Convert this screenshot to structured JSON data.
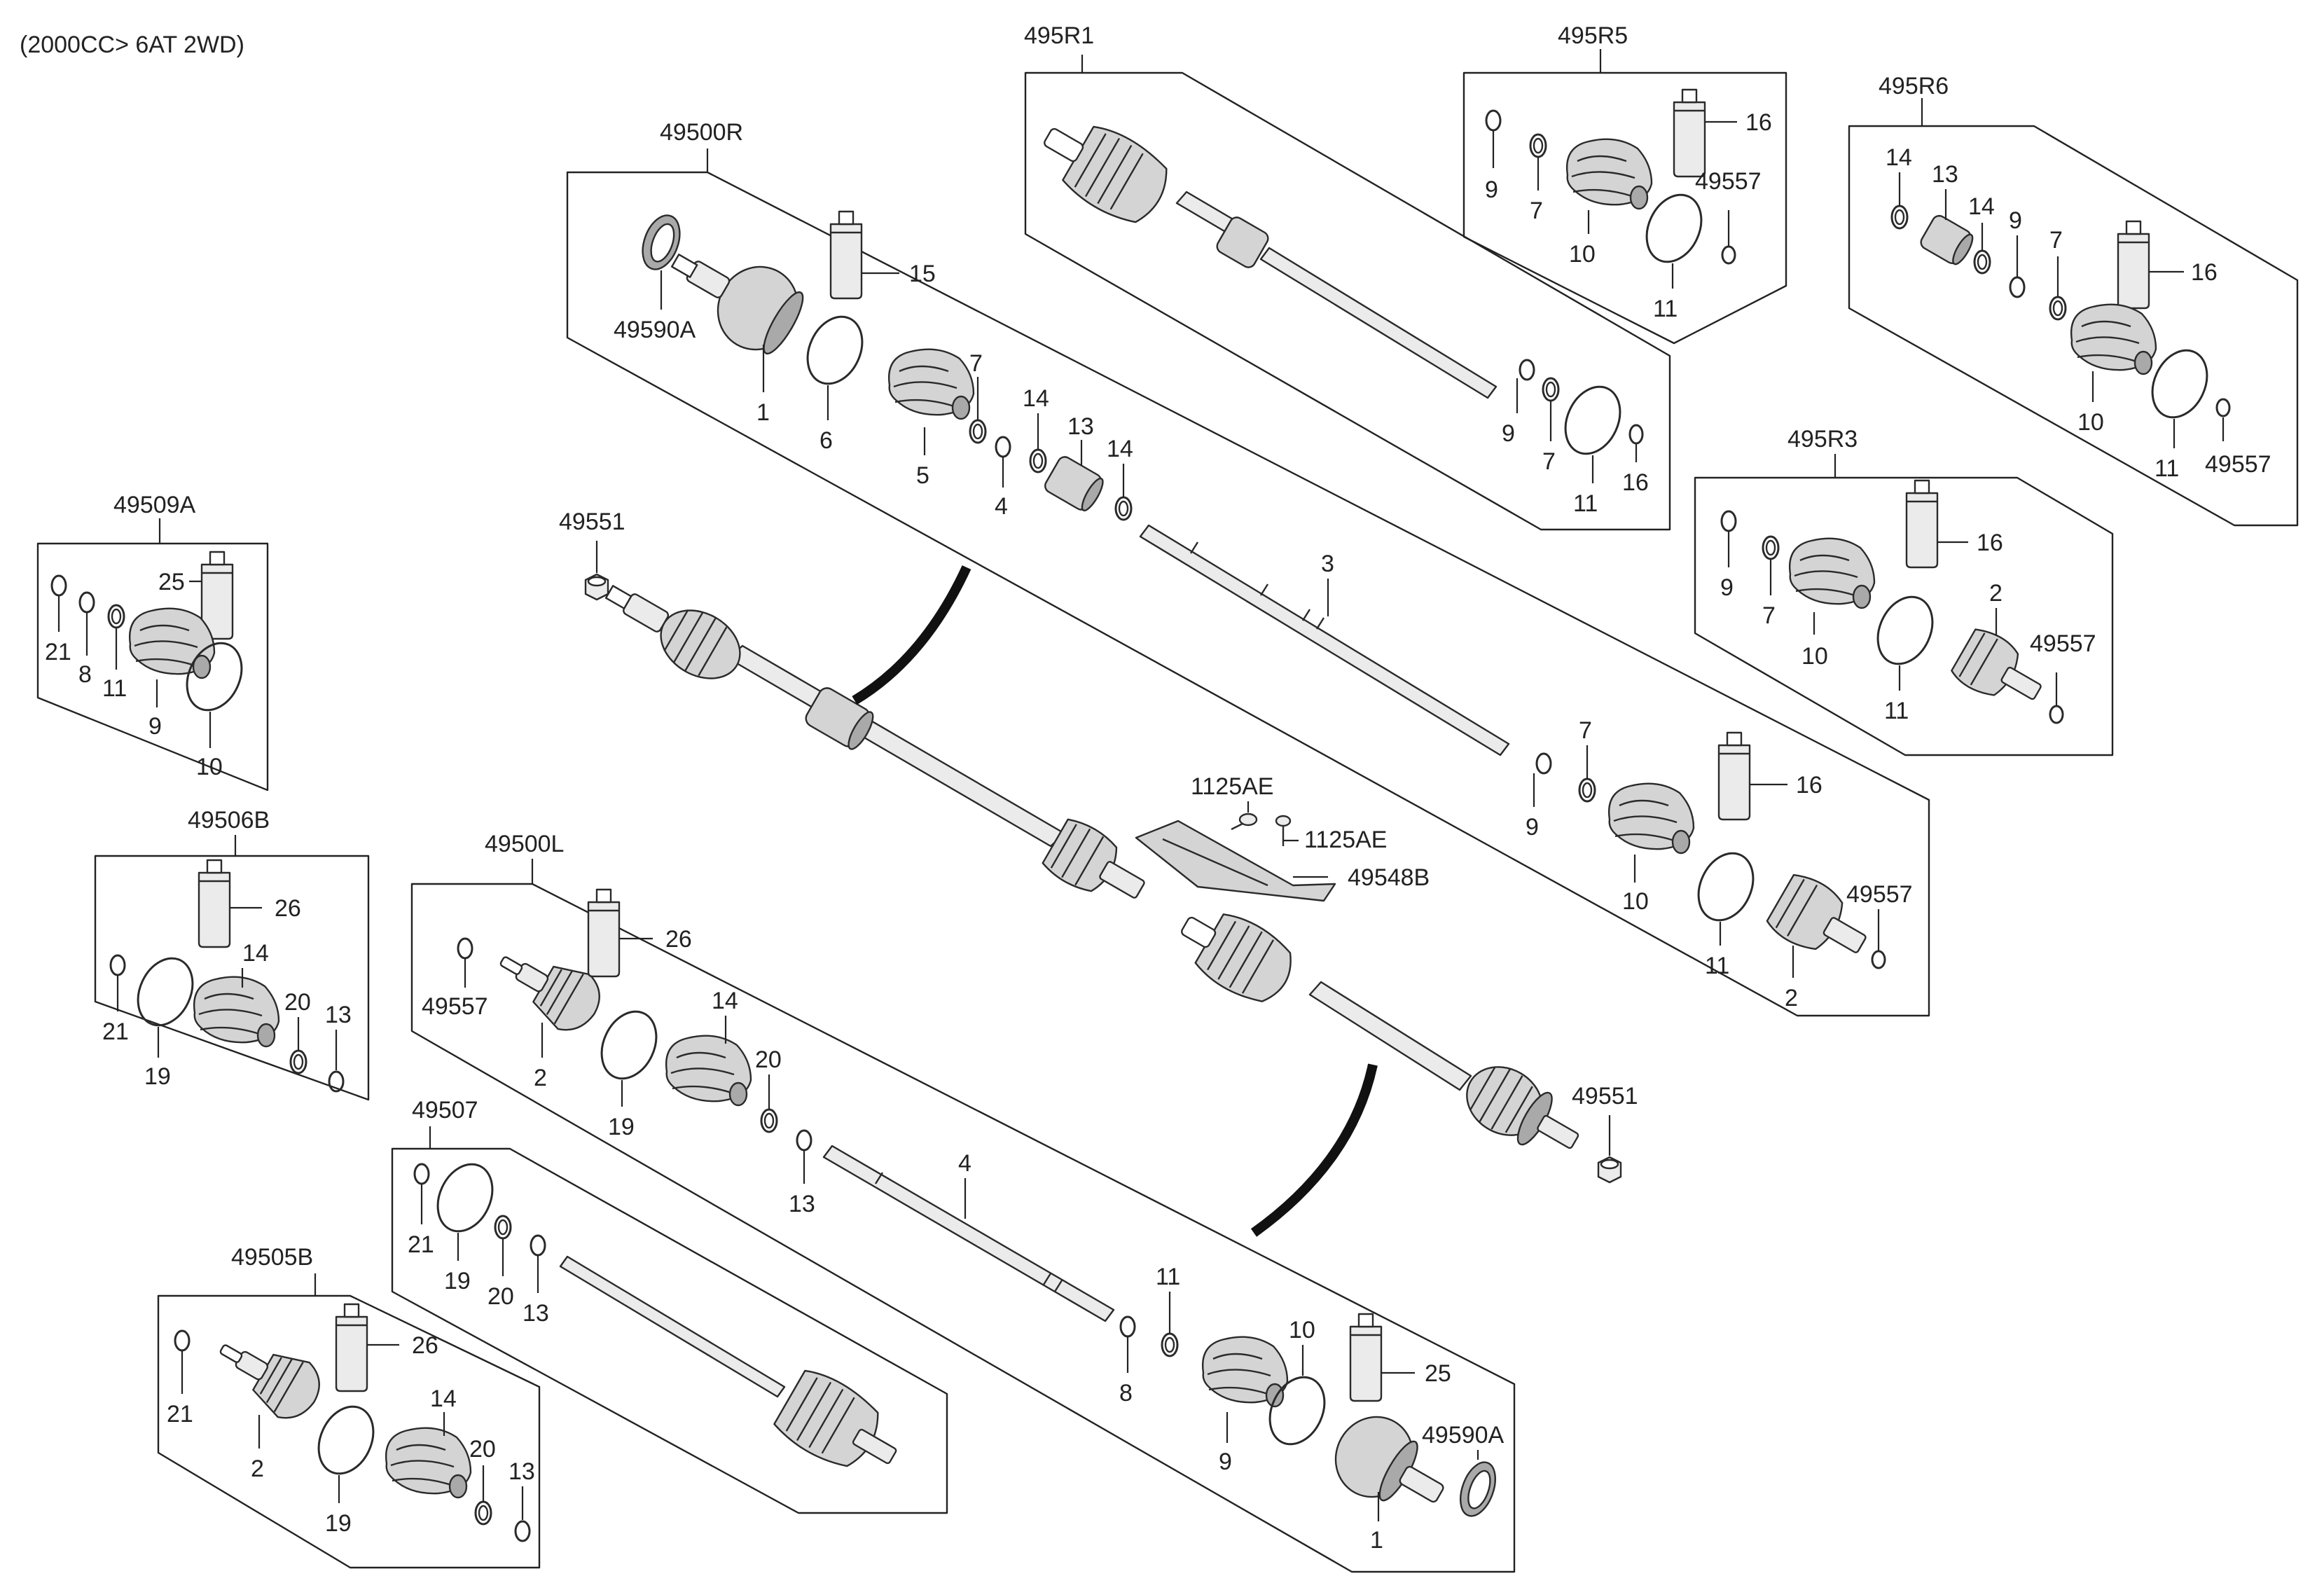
{
  "header": {
    "note": "(2000CC> 6AT 2WD)"
  },
  "groups": {
    "g495R1": "495R1",
    "g495R5": "495R5",
    "g495R6": "495R6",
    "g495R3": "495R3",
    "g49500R": "49500R",
    "g49509A": "49509A",
    "g49506B": "49506B",
    "g49500L": "49500L",
    "g49507": "49507",
    "g49505B": "49505B"
  },
  "parts": {
    "p49551a": "49551",
    "p49551b": "49551",
    "p1125AE_a": "1125AE",
    "p1125AE_b": "1125AE",
    "p49548B": "49548B",
    "p3": "3",
    "p4": "4",
    "r1_9": "9",
    "r1_7": "7",
    "r1_11": "11",
    "r1_16": "16",
    "r5_9": "9",
    "r5_7": "7",
    "r5_10": "10",
    "r5_16": "16",
    "r5_49557": "49557",
    "r5_11": "11",
    "r6_14a": "14",
    "r6_13": "13",
    "r6_14b": "14",
    "r6_9": "9",
    "r6_7": "7",
    "r6_16": "16",
    "r6_10": "10",
    "r6_11": "11",
    "r6_49557": "49557",
    "r3_9": "9",
    "r3_7": "7",
    "r3_16": "16",
    "r3_2": "2",
    "r3_49557": "49557",
    "r3_10": "10",
    "r3_11": "11",
    "R_49590A": "49590A",
    "R_1": "1",
    "R_15": "15",
    "R_6": "6",
    "R_5": "5",
    "R_7a": "7",
    "R_4": "4",
    "R_14a": "14",
    "R_13": "13",
    "R_14b": "14",
    "R_9": "9",
    "R_7b": "7",
    "R_10": "10",
    "R_16": "16",
    "R_11": "11",
    "R_49557": "49557",
    "R_2": "2",
    "a9_25": "25",
    "a9_21": "21",
    "a9_8": "8",
    "a9_11": "11",
    "a9_9": "9",
    "a9_10": "10",
    "b6_26": "26",
    "b6_14": "14",
    "b6_21": "21",
    "b6_19": "19",
    "b6_20": "20",
    "b6_13": "13",
    "L_26": "26",
    "L_49557": "49557",
    "L_2": "2",
    "L_19": "19",
    "L_14": "14",
    "L_20": "20",
    "L_13": "13",
    "L_11": "11",
    "L_10": "10",
    "L_8": "8",
    "L_9": "9",
    "L_25": "25",
    "L_49590A": "49590A",
    "L_1": "1",
    "s7_21": "21",
    "s7_19": "19",
    "s7_20": "20",
    "s7_13": "13",
    "b5_26": "26",
    "b5_21": "21",
    "b5_2": "2",
    "b5_14": "14",
    "b5_20": "20",
    "b5_13": "13",
    "b5_19": "19"
  }
}
